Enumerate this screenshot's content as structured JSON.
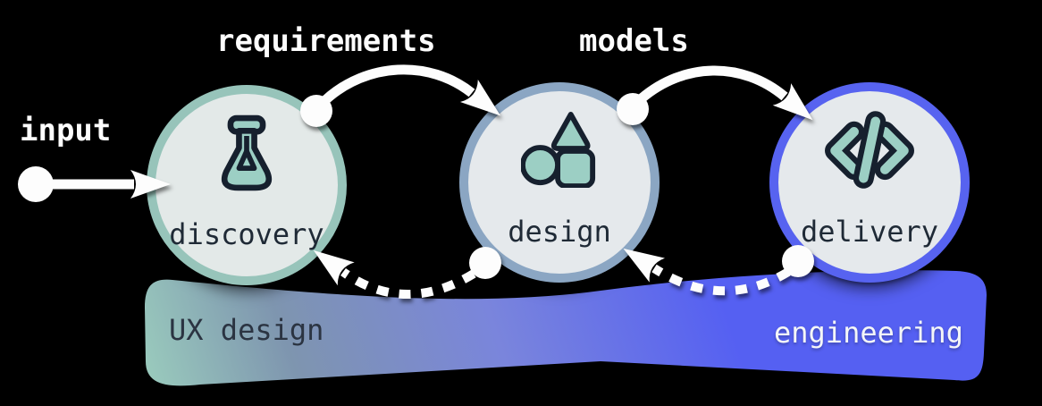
{
  "labels": {
    "input": "input",
    "requirements": "requirements",
    "models": "models"
  },
  "stages": [
    {
      "label": "discovery",
      "icon": "flask-icon",
      "border_color": "#97C4BA"
    },
    {
      "label": "design",
      "icon": "shapes-icon",
      "border_color": "#8BA6C3"
    },
    {
      "label": "delivery",
      "icon": "code-icon",
      "border_color": "#5763F0"
    }
  ],
  "bands": [
    {
      "label": "UX design",
      "text_color": "#2B3442"
    },
    {
      "label": "engineering",
      "text_color": "#F4F6F8"
    }
  ],
  "colors": {
    "stage_fill": "#E5E9EC",
    "icon_fill": "#9CCFC4",
    "icon_outline": "#16202E",
    "stage_label_text": "#1F2A36",
    "arrow_white": "#FDFDFD",
    "banner_teal": "#9ED3BF",
    "banner_slate": "#7E95AF",
    "banner_periwinkle": "#7A85DC",
    "banner_indigo": "#5560F2"
  }
}
